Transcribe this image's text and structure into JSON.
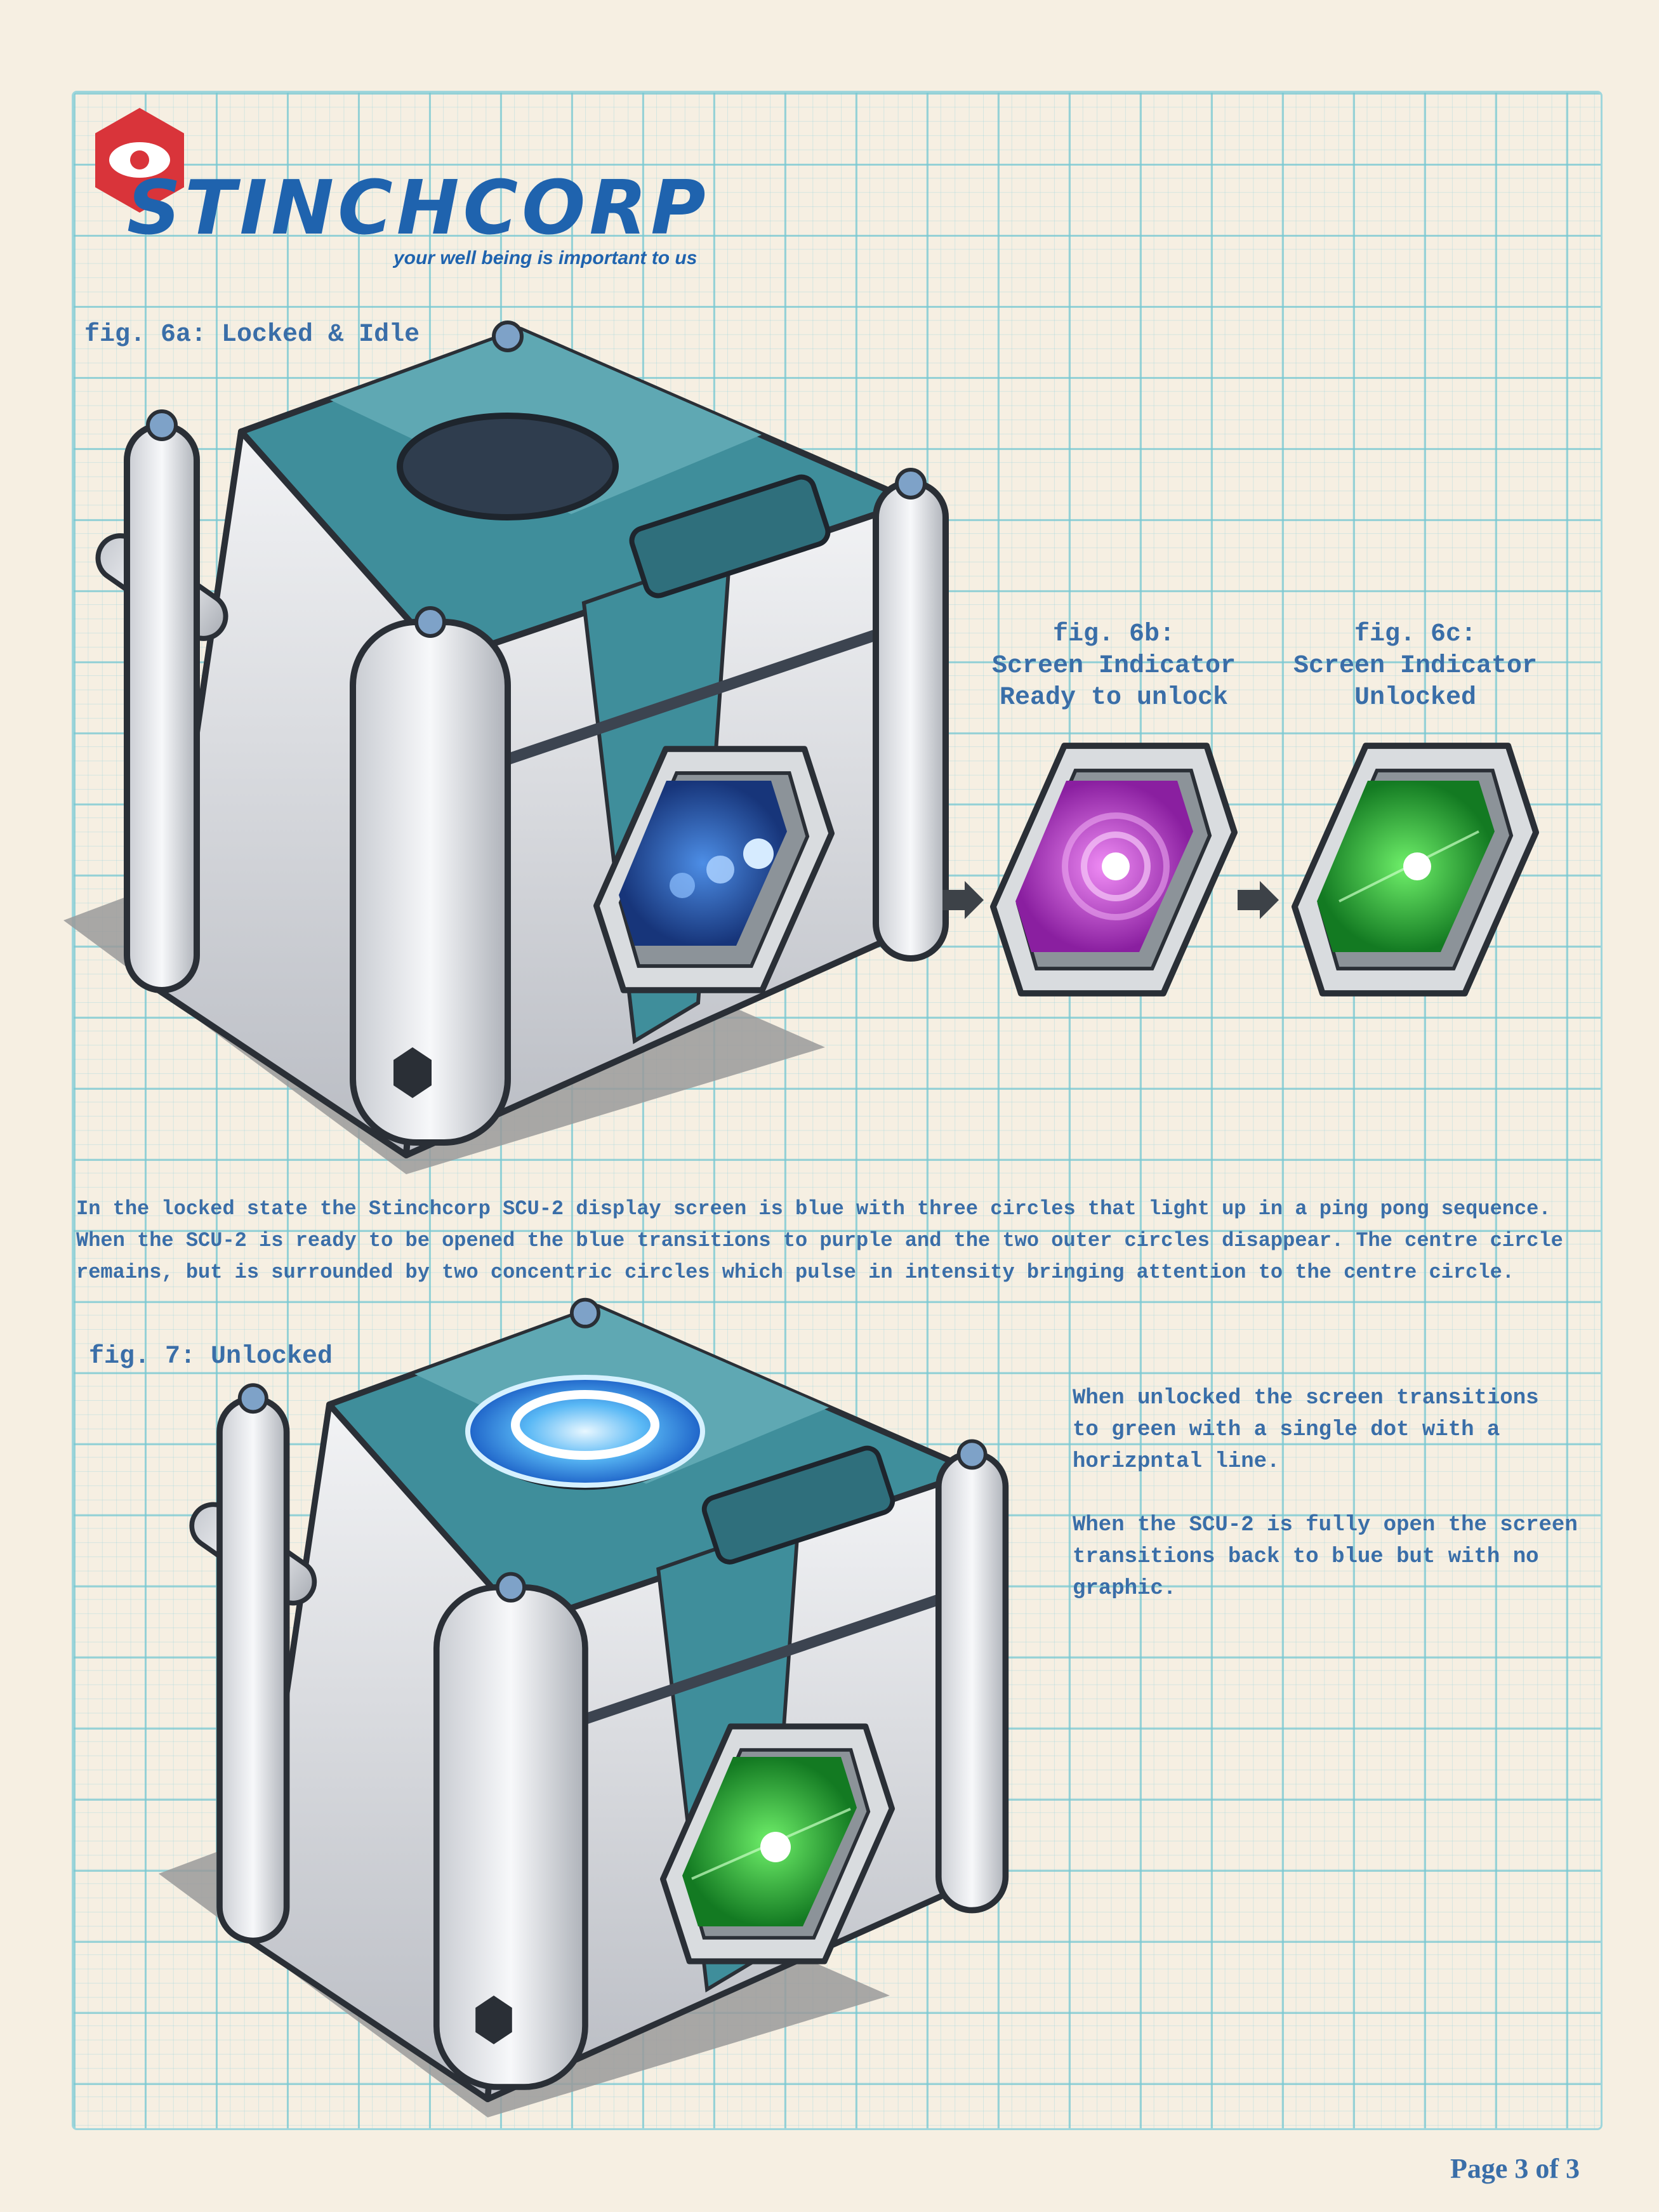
{
  "brand": {
    "name": "STINCHCORP",
    "tagline": "your well being is important to us",
    "color": "#1f63ae",
    "logo_color": "#d9343a"
  },
  "figures": {
    "fig6a": "fig. 6a: Locked & Idle",
    "fig6b": {
      "title": "fig. 6b:",
      "line1": "Screen Indicator",
      "line2": "Ready to unlock",
      "screen_color": "#c23fd0"
    },
    "fig6c": {
      "title": "fig. 6c:",
      "line1": "Screen Indicator",
      "line2": "Unlocked",
      "screen_color": "#2fb43a"
    },
    "fig7": "fig. 7: Unlocked"
  },
  "description": {
    "lines": [
      "In the locked state the Stinchcorp SCU-2 display screen is blue with three circles that light up in a ping pong sequence.",
      "When the SCU-2 is ready to be opened the blue transitions to purple and the two outer circles disappear.  The centre circle",
      "remains, but is surrounded by two concentric circles which pulse in intensity bringing attention to the centre circle."
    ]
  },
  "unlocked_notes": {
    "para1": [
      "When unlocked the screen transitions",
      "to green with a single dot with a",
      "horizpntal line."
    ],
    "para2": [
      "When the SCU-2 is fully open the screen",
      "transitions back to blue but with no",
      "graphic."
    ]
  },
  "footer": {
    "page": "Page 3 of 3"
  }
}
